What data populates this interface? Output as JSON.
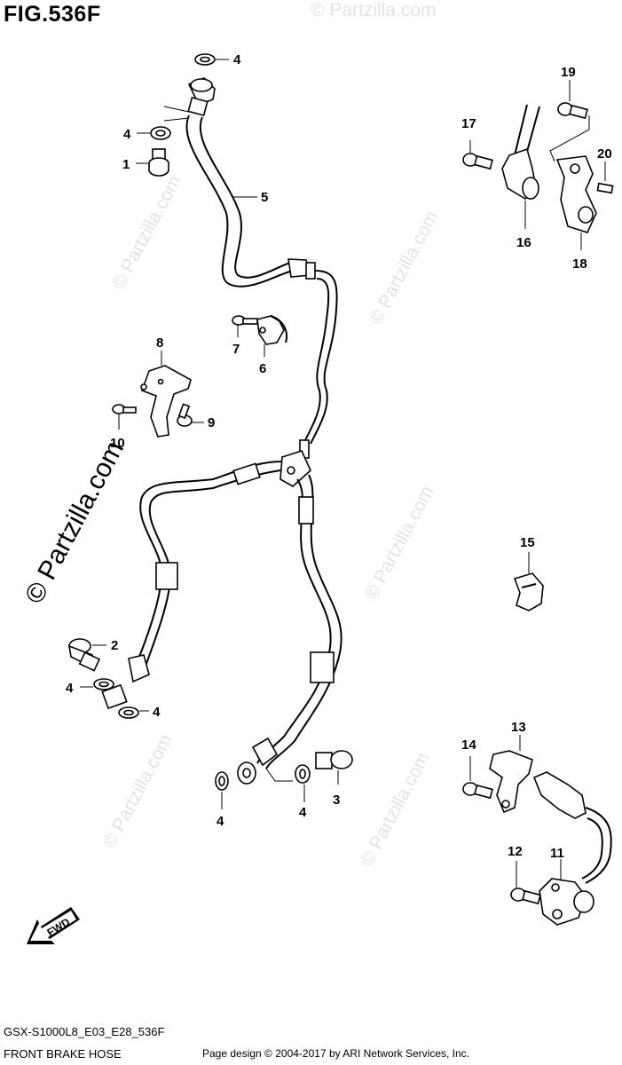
{
  "figure": {
    "title": "FIG.536F",
    "model_code": "GSX-S1000L8_E03_E28_536F",
    "name": "FRONT BRAKE HOSE",
    "copyright": "Page design © 2004-2017 by ARI Network Services, Inc.",
    "watermark": "© Partzilla.com",
    "fwd_label": "FWD"
  },
  "callouts": {
    "c1": "1",
    "c2": "2",
    "c3": "3",
    "c4a": "4",
    "c4b": "4",
    "c4c": "4",
    "c4d": "4",
    "c4e": "4",
    "c4f": "4",
    "c5": "5",
    "c6": "6",
    "c7": "7",
    "c8": "8",
    "c9": "9",
    "c10": "10",
    "c11": "11",
    "c12": "12",
    "c13": "13",
    "c14": "14",
    "c15": "15",
    "c16": "16",
    "c17": "17",
    "c18": "18",
    "c19": "19",
    "c20": "20"
  }
}
